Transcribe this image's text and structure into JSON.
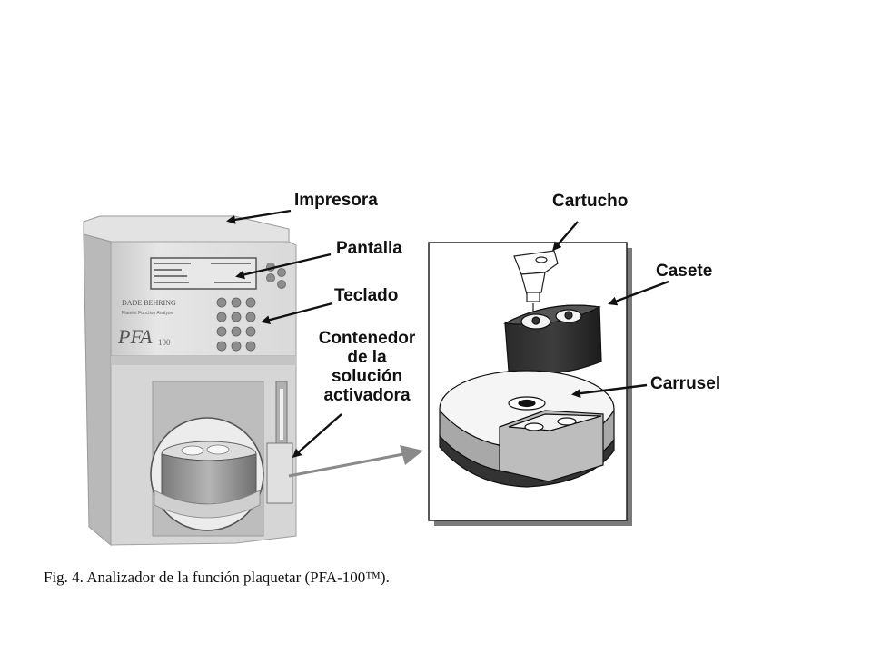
{
  "labels": {
    "impresora": "Impresora",
    "pantalla": "Pantalla",
    "teclado": "Teclado",
    "contenedor_l1": "Contenedor",
    "contenedor_l2": "de la",
    "contenedor_l3": "solución",
    "contenedor_l4": "activadora",
    "cartucho": "Cartucho",
    "casete": "Casete",
    "carrusel": "Carrusel"
  },
  "device": {
    "brand": "DADE BEHRING",
    "subtitle": "Platelet Function Analyzer",
    "model": "PFA",
    "model_suffix": "100"
  },
  "caption": "Fig. 4. Analizador de la función plaquetar (PFA-100™)."
}
